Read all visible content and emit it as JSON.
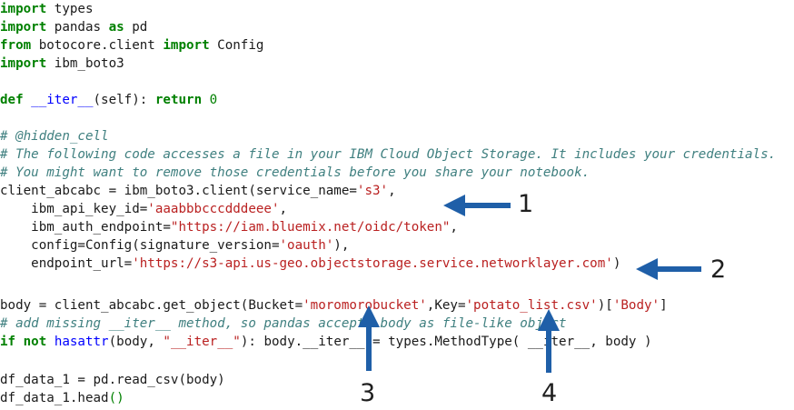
{
  "code": {
    "l1_kw": "import",
    "l1_rest": " types",
    "l2_kw": "import",
    "l2_a": " pandas ",
    "l2_as": "as",
    "l2_b": " pd",
    "l3_kw": "from",
    "l3_a": " botocore.client ",
    "l3_kw2": "import",
    "l3_b": " Config",
    "l4_kw": "import",
    "l4_rest": " ibm_boto3",
    "l6_kw": "def",
    "l6_sp": " ",
    "l6_fn": "__iter__",
    "l6_a": "(self): ",
    "l6_kw2": "return",
    "l6_sp2": " ",
    "l6_num": "0",
    "l8_cm": "# @hidden_cell",
    "l9_cm": "# The following code accesses a file in your IBM Cloud Object Storage. It includes your credentials.",
    "l10_cm": "# You might want to remove those credentials before you share your notebook.",
    "l11_a": "client_abcabc = ibm_boto3.client(service_name=",
    "l11_str": "'s3'",
    "l11_b": ",",
    "l12_a": "    ibm_api_key_id=",
    "l12_str": "'aaabbbcccdddeee'",
    "l12_b": ",",
    "l13_a": "    ibm_auth_endpoint=",
    "l13_str": "\"https://iam.bluemix.net/oidc/token\"",
    "l13_b": ",",
    "l14_a": "    config=Config(signature_version=",
    "l14_str": "'oauth'",
    "l14_b": "),",
    "l15_a": "    endpoint_url=",
    "l15_str": "'https://s3-api.us-geo.objectstorage.service.networklayer.com'",
    "l15_b": ")",
    "l17_a": "body = client_abcabc.get_object(Bucket=",
    "l17_str1": "'moromorobucket'",
    "l17_b": ",Key=",
    "l17_str2": "'potato_list.csv'",
    "l17_c": ")[",
    "l17_str3": "'Body'",
    "l17_d": "]",
    "l18_cm": "# add missing __iter__ method, so pandas accepts body as file-like object",
    "l19_kw": "if",
    "l19_sp": " ",
    "l19_kw2": "not",
    "l19_sp2": " ",
    "l19_fn": "hasattr",
    "l19_a": "(body, ",
    "l19_str": "\"__iter__\"",
    "l19_b": "): body.__iter__ = types.MethodType( __iter__, body )",
    "l21_a": "df_data_1 = pd.read_csv(body)",
    "l22_a": "df_data_1.head",
    "l22_par": "()"
  },
  "annotations": {
    "marker_1": "1",
    "marker_2": "2",
    "marker_3": "3",
    "marker_4": "4",
    "arrow_color": "#1f5fa8"
  }
}
